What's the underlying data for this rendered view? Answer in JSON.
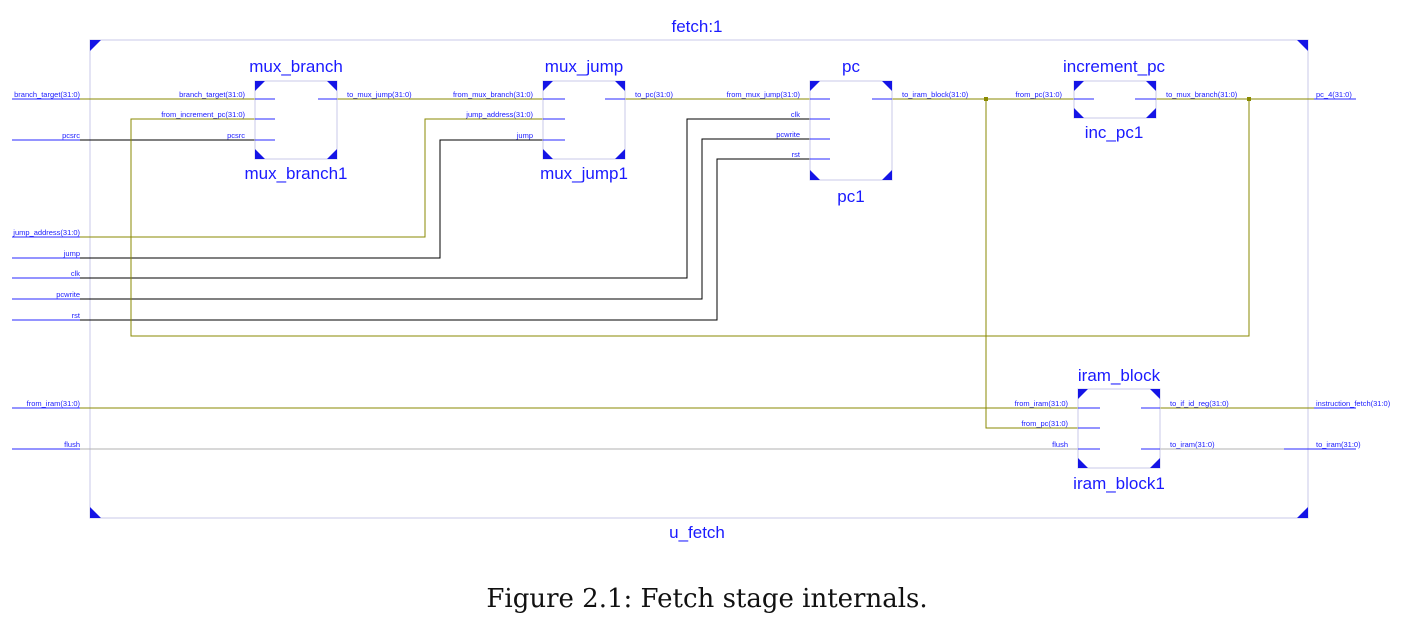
{
  "figure": {
    "top_label": "fetch:1",
    "bottom_label": "u_fetch",
    "caption": "Figure 2.1: Fetch stage internals."
  },
  "top_ports": {
    "branch_target": "branch_target(31:0)",
    "pcsrc": "pcsrc",
    "jump_address": "jump_address(31:0)",
    "jump": "jump",
    "clk": "clk",
    "pcwrite": "pcwrite",
    "rst": "rst",
    "from_iram": "from_iram(31:0)",
    "flush": "flush",
    "pc_4": "pc_4(31:0)",
    "instruction_fetch": "instruction_fetch(31:0)",
    "to_iram": "to_iram(31:0)"
  },
  "blocks": {
    "mux_branch": {
      "type": "mux_branch",
      "instance": "mux_branch1",
      "in_branch_target": "branch_target(31:0)",
      "in_from_increment_pc": "from_increment_pc(31:0)",
      "in_pcsrc": "pcsrc",
      "out_to_mux_jump": "to_mux_jump(31:0)"
    },
    "mux_jump": {
      "type": "mux_jump",
      "instance": "mux_jump1",
      "in_from_mux_branch": "from_mux_branch(31:0)",
      "in_jump_address": "jump_address(31:0)",
      "in_jump": "jump",
      "out_to_pc": "to_pc(31:0)"
    },
    "pc": {
      "type": "pc",
      "instance": "pc1",
      "in_from_mux_jump": "from_mux_jump(31:0)",
      "in_clk": "clk",
      "in_pcwrite": "pcwrite",
      "in_rst": "rst",
      "out_to_iram_block": "to_iram_block(31:0)"
    },
    "increment_pc": {
      "type": "increment_pc",
      "instance": "inc_pc1",
      "in_from_pc": "from_pc(31:0)",
      "out_to_mux_branch": "to_mux_branch(31:0)"
    },
    "iram_block": {
      "type": "iram_block",
      "instance": "iram_block1",
      "in_from_iram": "from_iram(31:0)",
      "in_from_pc": "from_pc(31:0)",
      "in_flush": "flush",
      "out_to_if_id_reg": "to_if_id_reg(31:0)",
      "out_to_iram": "to_iram(31:0)"
    }
  },
  "colors": {
    "label_blue": "#1a1aff",
    "bus_wire": "#8a8a00",
    "signal_wire": "#000000",
    "corner_marker": "#1414e6"
  }
}
